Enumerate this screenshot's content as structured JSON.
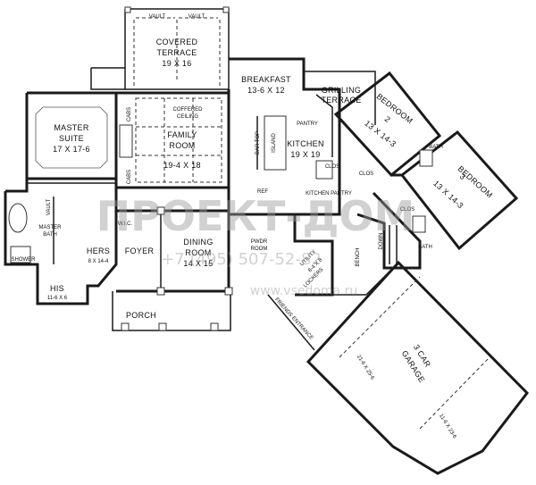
{
  "rooms": {
    "covered_terrace": {
      "name1": "COVERED",
      "name2": "TERRACE",
      "size": "19 X 16"
    },
    "vault_left": "VAULT",
    "vault_right": "VAULT",
    "breakfast": {
      "name": "BREAKFAST",
      "size": "13-6 X 12"
    },
    "grilling_terrace": {
      "name1": "GRILLING",
      "name2": "TERRACE"
    },
    "master_suite": {
      "name1": "MASTER",
      "name2": "SUITE",
      "size": "17 X 17-6"
    },
    "family_room": {
      "name1": "FAMILY",
      "name2": "ROOM",
      "size": "19-4 X 18"
    },
    "coffered_ceiling": {
      "line1": "COFFERED",
      "line2": "CEILING"
    },
    "kitchen": {
      "name": "KITCHEN",
      "size": "19 X 19"
    },
    "bar_top": "BAR TOP",
    "island": "ISLAND",
    "bedroom2": {
      "name": "BEDROOM",
      "num": "2",
      "size": "13 X 14-3"
    },
    "bedroom3": {
      "name": "BEDROOM",
      "num": "3",
      "size": "13 X 14-3"
    },
    "master_bath": {
      "name1": "MASTER",
      "name2": "BATH"
    },
    "shower": "SHOWER",
    "hers": {
      "name": "HERS",
      "size": "8 X 14-4"
    },
    "his": {
      "name": "HIS",
      "size": "11-6 X 6"
    },
    "foyer": "FOYER",
    "dining_room": {
      "name1": "DINING",
      "name2": "ROOM",
      "size": "14 X 15"
    },
    "powder_room": {
      "name1": "PWDR",
      "name2": "ROOM"
    },
    "utility": {
      "name": "UTILITY",
      "size": "8-4 X 8"
    },
    "porch": "PORCH",
    "friends_entrance": "FRIENDS ENTRANCE",
    "bench": "BENCH",
    "down": "DOWN",
    "garage": {
      "name1": "3 CAR",
      "name2": "GARAGE",
      "size_left": "21-6 X 25-6",
      "size_right": "11-6 X 23-6"
    },
    "bath_b2": "BATH",
    "bath_b3": "BATH",
    "closet_labels": {
      "clos1": "CLOS",
      "clos2": "CLOS",
      "clos3": "CLOS",
      "ref": "REF",
      "pantry": "PANTRY",
      "kitchen_pantry": "KITCHEN PANTRY",
      "cabs1": "CABS",
      "cabs2": "CABS",
      "vault_mb": "VAULT",
      "lockers": "LOCKERS",
      "wic": "W.I.C."
    }
  },
  "watermark": {
    "brand": "ПРОЕКТ-ДОМ",
    "phone": "+7 (495) 507-52-82",
    "site": "www.vsedoma.ru"
  }
}
